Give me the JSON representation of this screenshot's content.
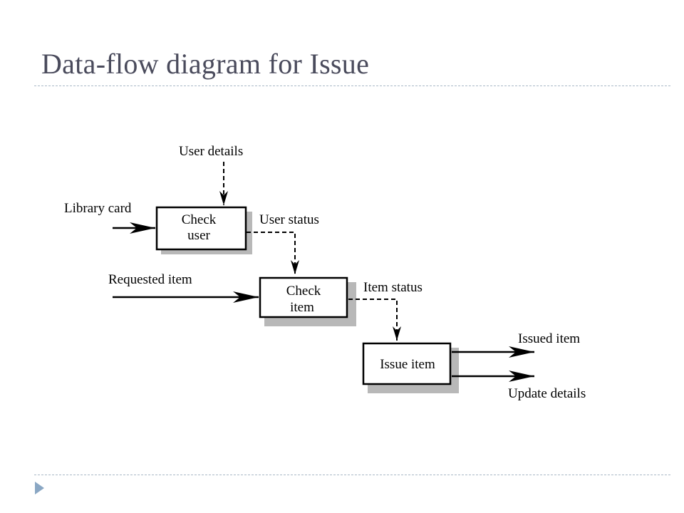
{
  "slide": {
    "title": "Data-flow diagram for Issue"
  },
  "diagram": {
    "processes": [
      {
        "id": "check_user",
        "lines": [
          "Check",
          "user"
        ]
      },
      {
        "id": "check_item",
        "lines": [
          "Check",
          "item"
        ]
      },
      {
        "id": "issue_item",
        "lines": [
          "Issue item"
        ]
      }
    ],
    "flows": {
      "user_details": "User details",
      "library_card": "Library card",
      "user_status": "User status",
      "requested_item": "Requested item",
      "item_status": "Item status",
      "issued_item": "Issued item",
      "update_details": "Update details"
    }
  },
  "colors": {
    "title": "#4a4b5c",
    "rule": "#a9b9c6",
    "bullet": "#8aa7c4",
    "box_shadow": "#b8b8b8"
  }
}
